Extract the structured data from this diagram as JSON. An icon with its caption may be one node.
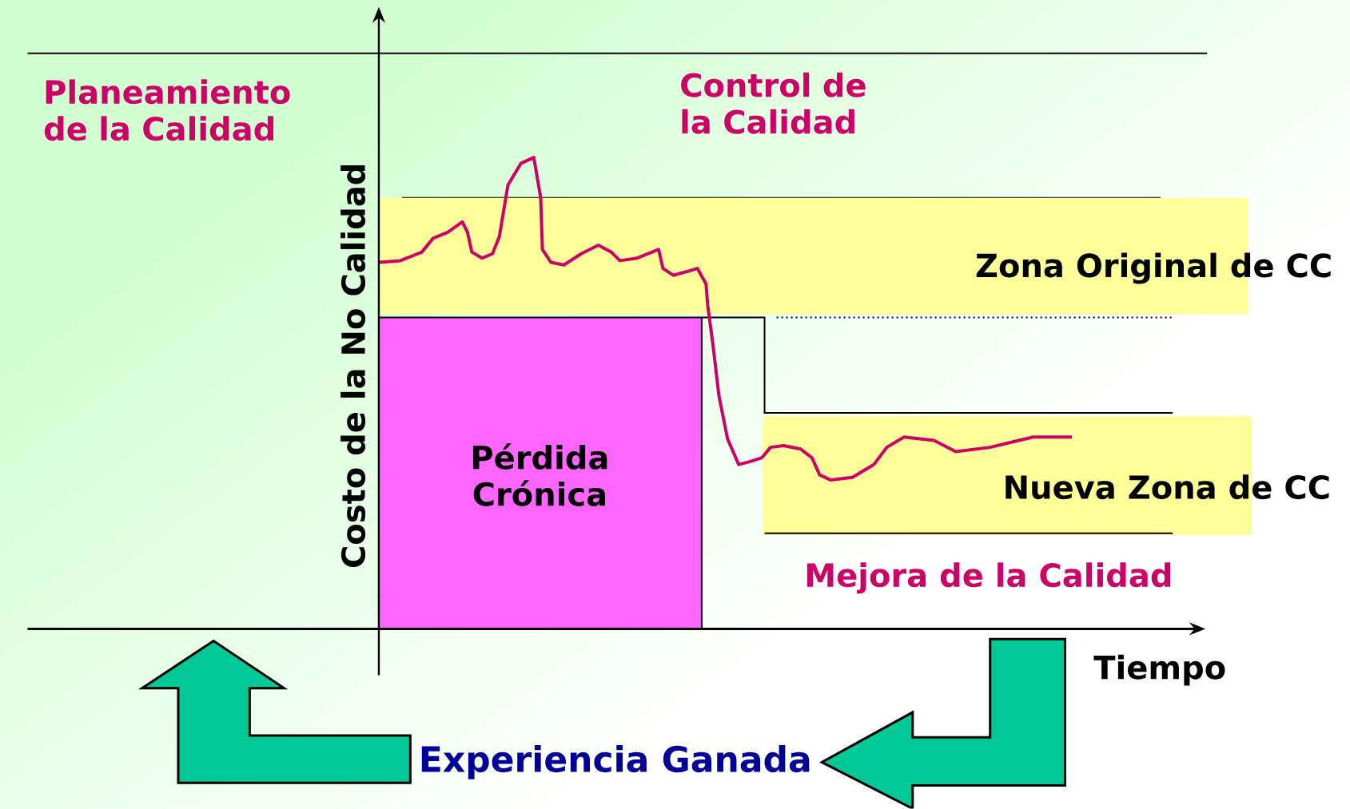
{
  "diagram": {
    "nodes": [
      {
        "text": [
          "Planeamiento de la Calidad"
        ]
      },
      {
        "text": [
          "Control de la Calidad"
        ]
      },
      {
        "text": [
          "Zona Original de CC"
        ]
      },
      {
        "text": [
          "Pérdida Crónica"
        ]
      },
      {
        "text": [
          "Nueva Zona de CC"
        ]
      },
      {
        "text": [
          "Mejora de la Calidad"
        ]
      },
      {
        "text": [
          "Experiencia Ganada"
        ]
      }
    ],
    "edges": [
      {
        "from": null,
        "to": 6,
        "arrow": "to",
        "style": "thick",
        "color": "#00c896"
      },
      {
        "from": 6,
        "to": null,
        "arrow": "to",
        "style": "thick",
        "color": "#00c896"
      }
    ],
    "labels": [
      "Costo de la No Calidad",
      "Tiempo"
    ]
  }
}
